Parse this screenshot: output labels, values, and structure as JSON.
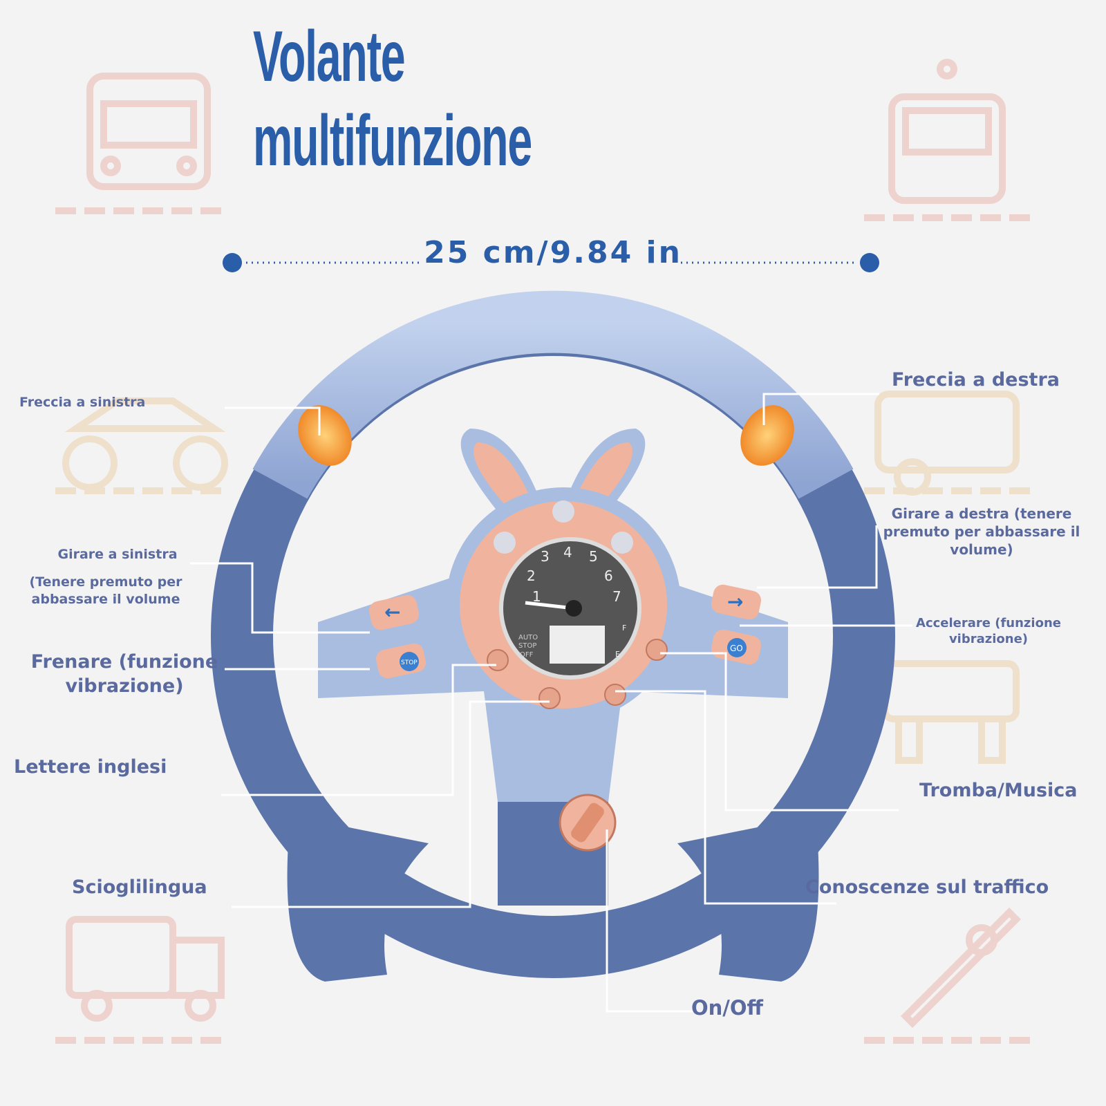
{
  "title": {
    "line1": "Volante",
    "line2": "multifunzione"
  },
  "dimension": "25 cm/9.84 in",
  "labels": {
    "freccia_sinistra": "Freccia a sinistra",
    "freccia_destra": "Freccia a destra",
    "girare_sinistra_1": "Girare a sinistra",
    "girare_sinistra_2": "(Tenere premuto per abbassare il volume",
    "girare_destra": "Girare a destra (tenere premuto per abbassare il volume)",
    "frenare": "Frenare (funzione vibrazione)",
    "accelerare": "Accelerare (funzione vibrazione)",
    "lettere_inglesi": "Lettere inglesi",
    "tromba_musica": "Tromba/Musica",
    "scioglilingua": "Scioglilingua",
    "conoscenze_traffico": "Conoscenze sul traffico",
    "on_off": "On/Off"
  },
  "toy": {
    "gauge_numbers": [
      "1",
      "2",
      "3",
      "4",
      "5",
      "6",
      "7"
    ],
    "gauge_marks": [
      "F",
      "E"
    ],
    "mode_text": [
      "AUTO",
      "STOP",
      "OFF"
    ],
    "stop_button": "STOP",
    "go_button": "GO"
  },
  "colors": {
    "accent_blue": "#2a5ea8",
    "label_gray_blue": "#5a6a9e",
    "wheel_dark": "#5b74aa",
    "wheel_light": "#a9bde0",
    "peach": "#f0b49e",
    "orange_light": "#f3a24a",
    "callout_line": "#ffffff"
  }
}
